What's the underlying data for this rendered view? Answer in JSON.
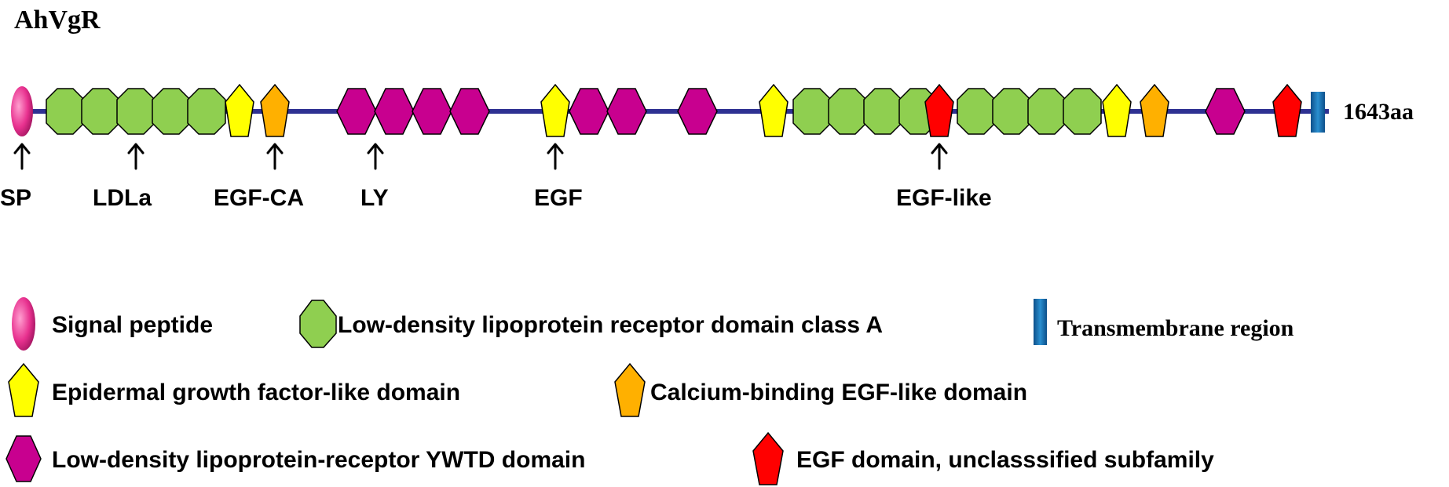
{
  "title": "AhVgR",
  "length_label": "1643aa",
  "colors": {
    "backbone": "#2e3192",
    "signal_peptide": "#e8318f",
    "ldla": "#8fcf50",
    "egf": "#ffff00",
    "egf_ca": "#ffb000",
    "ywtd": "#c8008f",
    "egf_unclassified": "#ff0000",
    "transmembrane": "#1a6fb0"
  },
  "domain_sequence": [
    "SP",
    "LDLa",
    "LDLa",
    "LDLa",
    "LDLa",
    "LDLa",
    "EGF",
    "EGF-CA",
    "LY",
    "LY",
    "LY",
    "LY",
    "EGF",
    "LY",
    "LY",
    "LY",
    "EGF",
    "LDLa",
    "LDLa",
    "LDLa",
    "LDLa",
    "EGF-unclassified",
    "LDLa",
    "LDLa",
    "LDLa",
    "LDLa",
    "EGF",
    "EGF-CA",
    "LY",
    "EGF-unclassified",
    "TM"
  ],
  "pointer_labels": [
    "SP",
    "LDLa",
    "EGF-CA",
    "LY",
    "EGF",
    "EGF-like"
  ],
  "legend": [
    {
      "shape": "SP",
      "label": "Signal peptide"
    },
    {
      "shape": "LDLa",
      "label": "Low-density lipoprotein receptor domain class A"
    },
    {
      "shape": "TM",
      "label": "Transmembrane region"
    },
    {
      "shape": "EGF",
      "label": "Epidermal growth factor-like domain"
    },
    {
      "shape": "EGF-CA",
      "label": "Calcium-binding EGF-like domain"
    },
    {
      "shape": "LY",
      "label": "Low-density lipoprotein-receptor YWTD domain"
    },
    {
      "shape": "EGF-unclassified",
      "label": "EGF domain, unclasssified subfamily"
    }
  ]
}
